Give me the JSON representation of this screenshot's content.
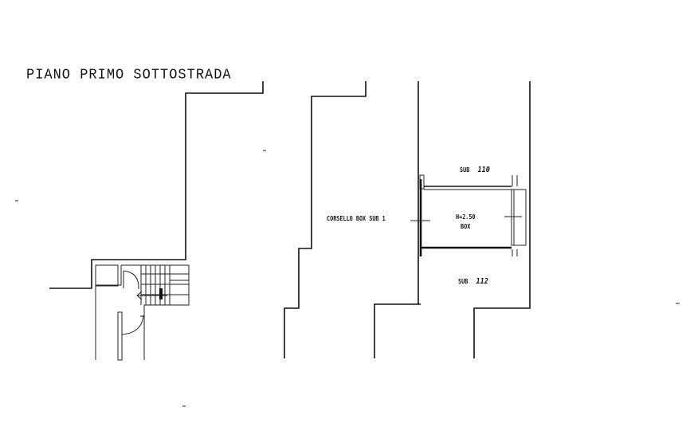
{
  "drawing": {
    "title": "PIANO PRIMO SOTTOSTRADA",
    "labels": {
      "corridor": "CORSELLO BOX SUB 1",
      "box_height": "H=2.50",
      "box_name": "BOX",
      "sub_top_prefix": "SUB",
      "sub_top_number": "110",
      "sub_bottom_prefix": "SUB",
      "sub_bottom_number": "112"
    },
    "colors": {
      "line": "#111111",
      "background": "#ffffff"
    }
  }
}
